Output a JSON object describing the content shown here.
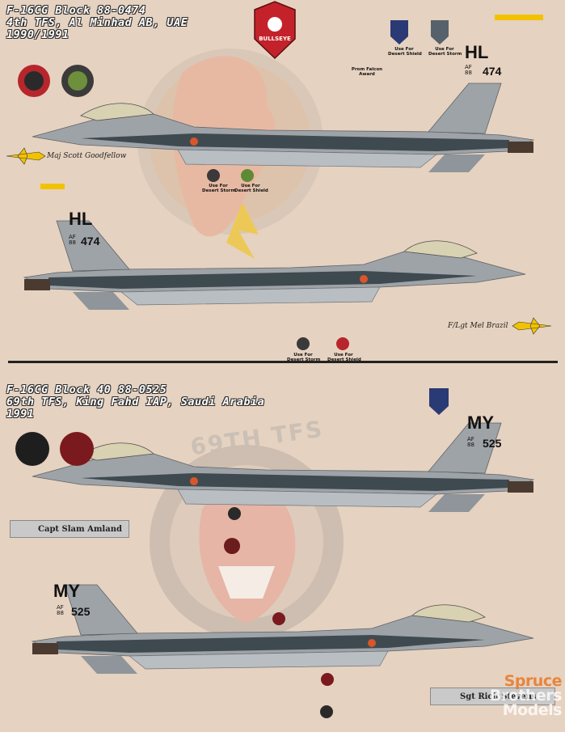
{
  "top_profile": {
    "header": [
      "F-16CG Block 88-0474",
      "4th TFS, Al Minhad AB, UAE",
      "1990/1991"
    ],
    "pilot_name": "Maj Scott Goodfellow",
    "pilot_name_right": "F/Lgt Mel Brazil",
    "badge_text": "BULLSEYE",
    "tail_code": "HL",
    "tail_number": "474",
    "tail_af": "AF",
    "tail_year": "88",
    "notes": {
      "desert_shield_1": "Use For\nDesert Shield",
      "desert_storm_1": "Use For\nDesert Storm",
      "prom_falcon": "Prom Falcon\nAward",
      "desert_storm_2": "Use For\nDesert Storm",
      "desert_shield_2": "Use For\nDesert Shield",
      "desert_storm_3": "Use For\nDesert Storm",
      "desert_shield_3": "Use For\nDesert Shield"
    }
  },
  "bottom_profile": {
    "header": [
      "F-16CG Block 40 88-0525",
      "69th TFS, King Fahd IAP, Saudi Arabia",
      "1991"
    ],
    "emblem_text": "69TH TFS",
    "pilot_name": "Capt Slam  Amland",
    "pilot_name_right": "Sgt  Rich Stevens",
    "tail_code": "MY",
    "tail_number": "525",
    "tail_af": "AF",
    "tail_year": "88"
  },
  "watermark": [
    "Spruce",
    "Brothers",
    "Models"
  ],
  "colors": {
    "background": "#e6d2c0",
    "light_gray": "#9ea3a8",
    "dark_gray": "#3f4a50",
    "belly_gray": "#b9bec3",
    "tail_yellow": "#f2c200",
    "emblem_tan": "#d8b89c"
  }
}
